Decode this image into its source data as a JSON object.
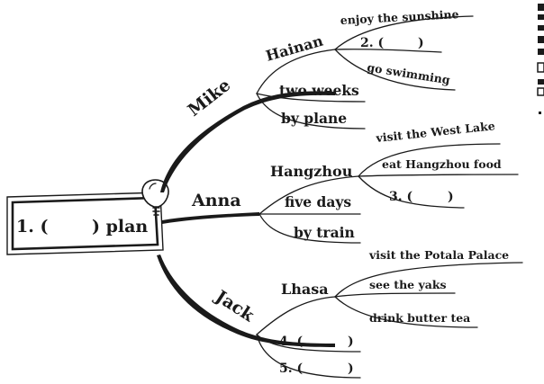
{
  "root": {
    "number": "1. (",
    "suffix": ") plan"
  },
  "people": [
    {
      "name": "Mike",
      "place": "Hainan",
      "activities": [
        "enjoy the sunshine",
        "2. (",
        "go swimming"
      ],
      "closers": [
        "",
        ")",
        ""
      ],
      "duration": "two weeks",
      "transport": "by plane"
    },
    {
      "name": "Anna",
      "place": "Hangzhou",
      "activities": [
        "visit the West Lake",
        "eat Hangzhou food",
        "3. ("
      ],
      "closers": [
        "",
        "",
        ")"
      ],
      "duration": "five days",
      "transport": "by train"
    },
    {
      "name": "Jack",
      "place": "Lhasa",
      "activities": [
        "visit the Potala Palace",
        "see the yaks",
        "drink butter tea"
      ],
      "blanks": [
        "4. (",
        "5. ("
      ],
      "blank_closer": ")"
    }
  ],
  "icons": {
    "root_decoration": "lightbulb-icon"
  }
}
